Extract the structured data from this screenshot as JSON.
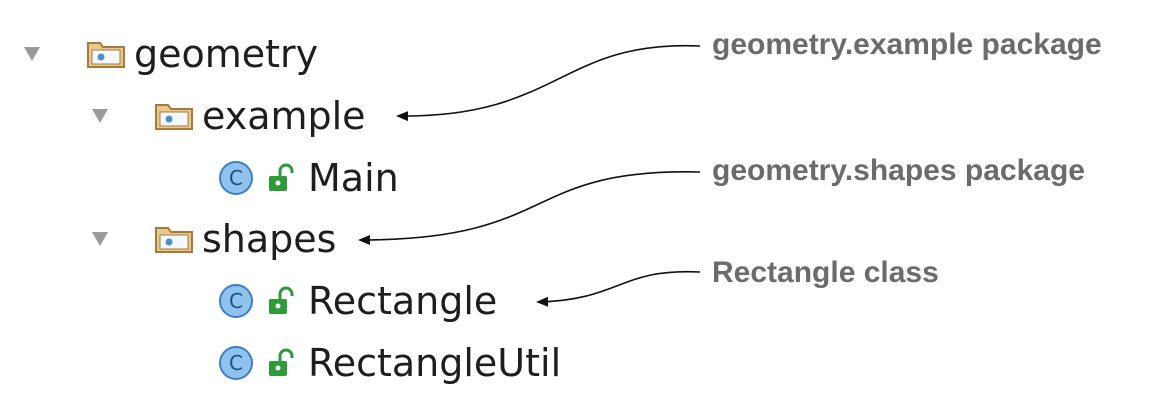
{
  "tree": {
    "nodes": [
      {
        "label": "geometry",
        "kind": "package",
        "expanded": true
      },
      {
        "label": "example",
        "kind": "package",
        "expanded": true
      },
      {
        "label": "Main",
        "kind": "class",
        "visibility": "public"
      },
      {
        "label": "shapes",
        "kind": "package",
        "expanded": true
      },
      {
        "label": "Rectangle",
        "kind": "class",
        "visibility": "public"
      },
      {
        "label": "RectangleUtil",
        "kind": "class",
        "visibility": "public"
      }
    ]
  },
  "annotations": {
    "example_package": "geometry.example package",
    "shapes_package": "geometry.shapes package",
    "rectangle_class": "Rectangle class"
  },
  "colors": {
    "folder_fill": "#e8c98f",
    "folder_stroke": "#a57a3a",
    "package_dot": "#4c90c8",
    "class_badge": "#8fc3ee",
    "class_badge_stroke": "#3f7fbf",
    "lock": "#2f9a3a",
    "annotation_text": "#6b6b6b",
    "disclosure": "#9a9a9a"
  },
  "icons": [
    "disclosure-triangle",
    "package-folder-icon",
    "class-icon",
    "public-lock-icon"
  ]
}
